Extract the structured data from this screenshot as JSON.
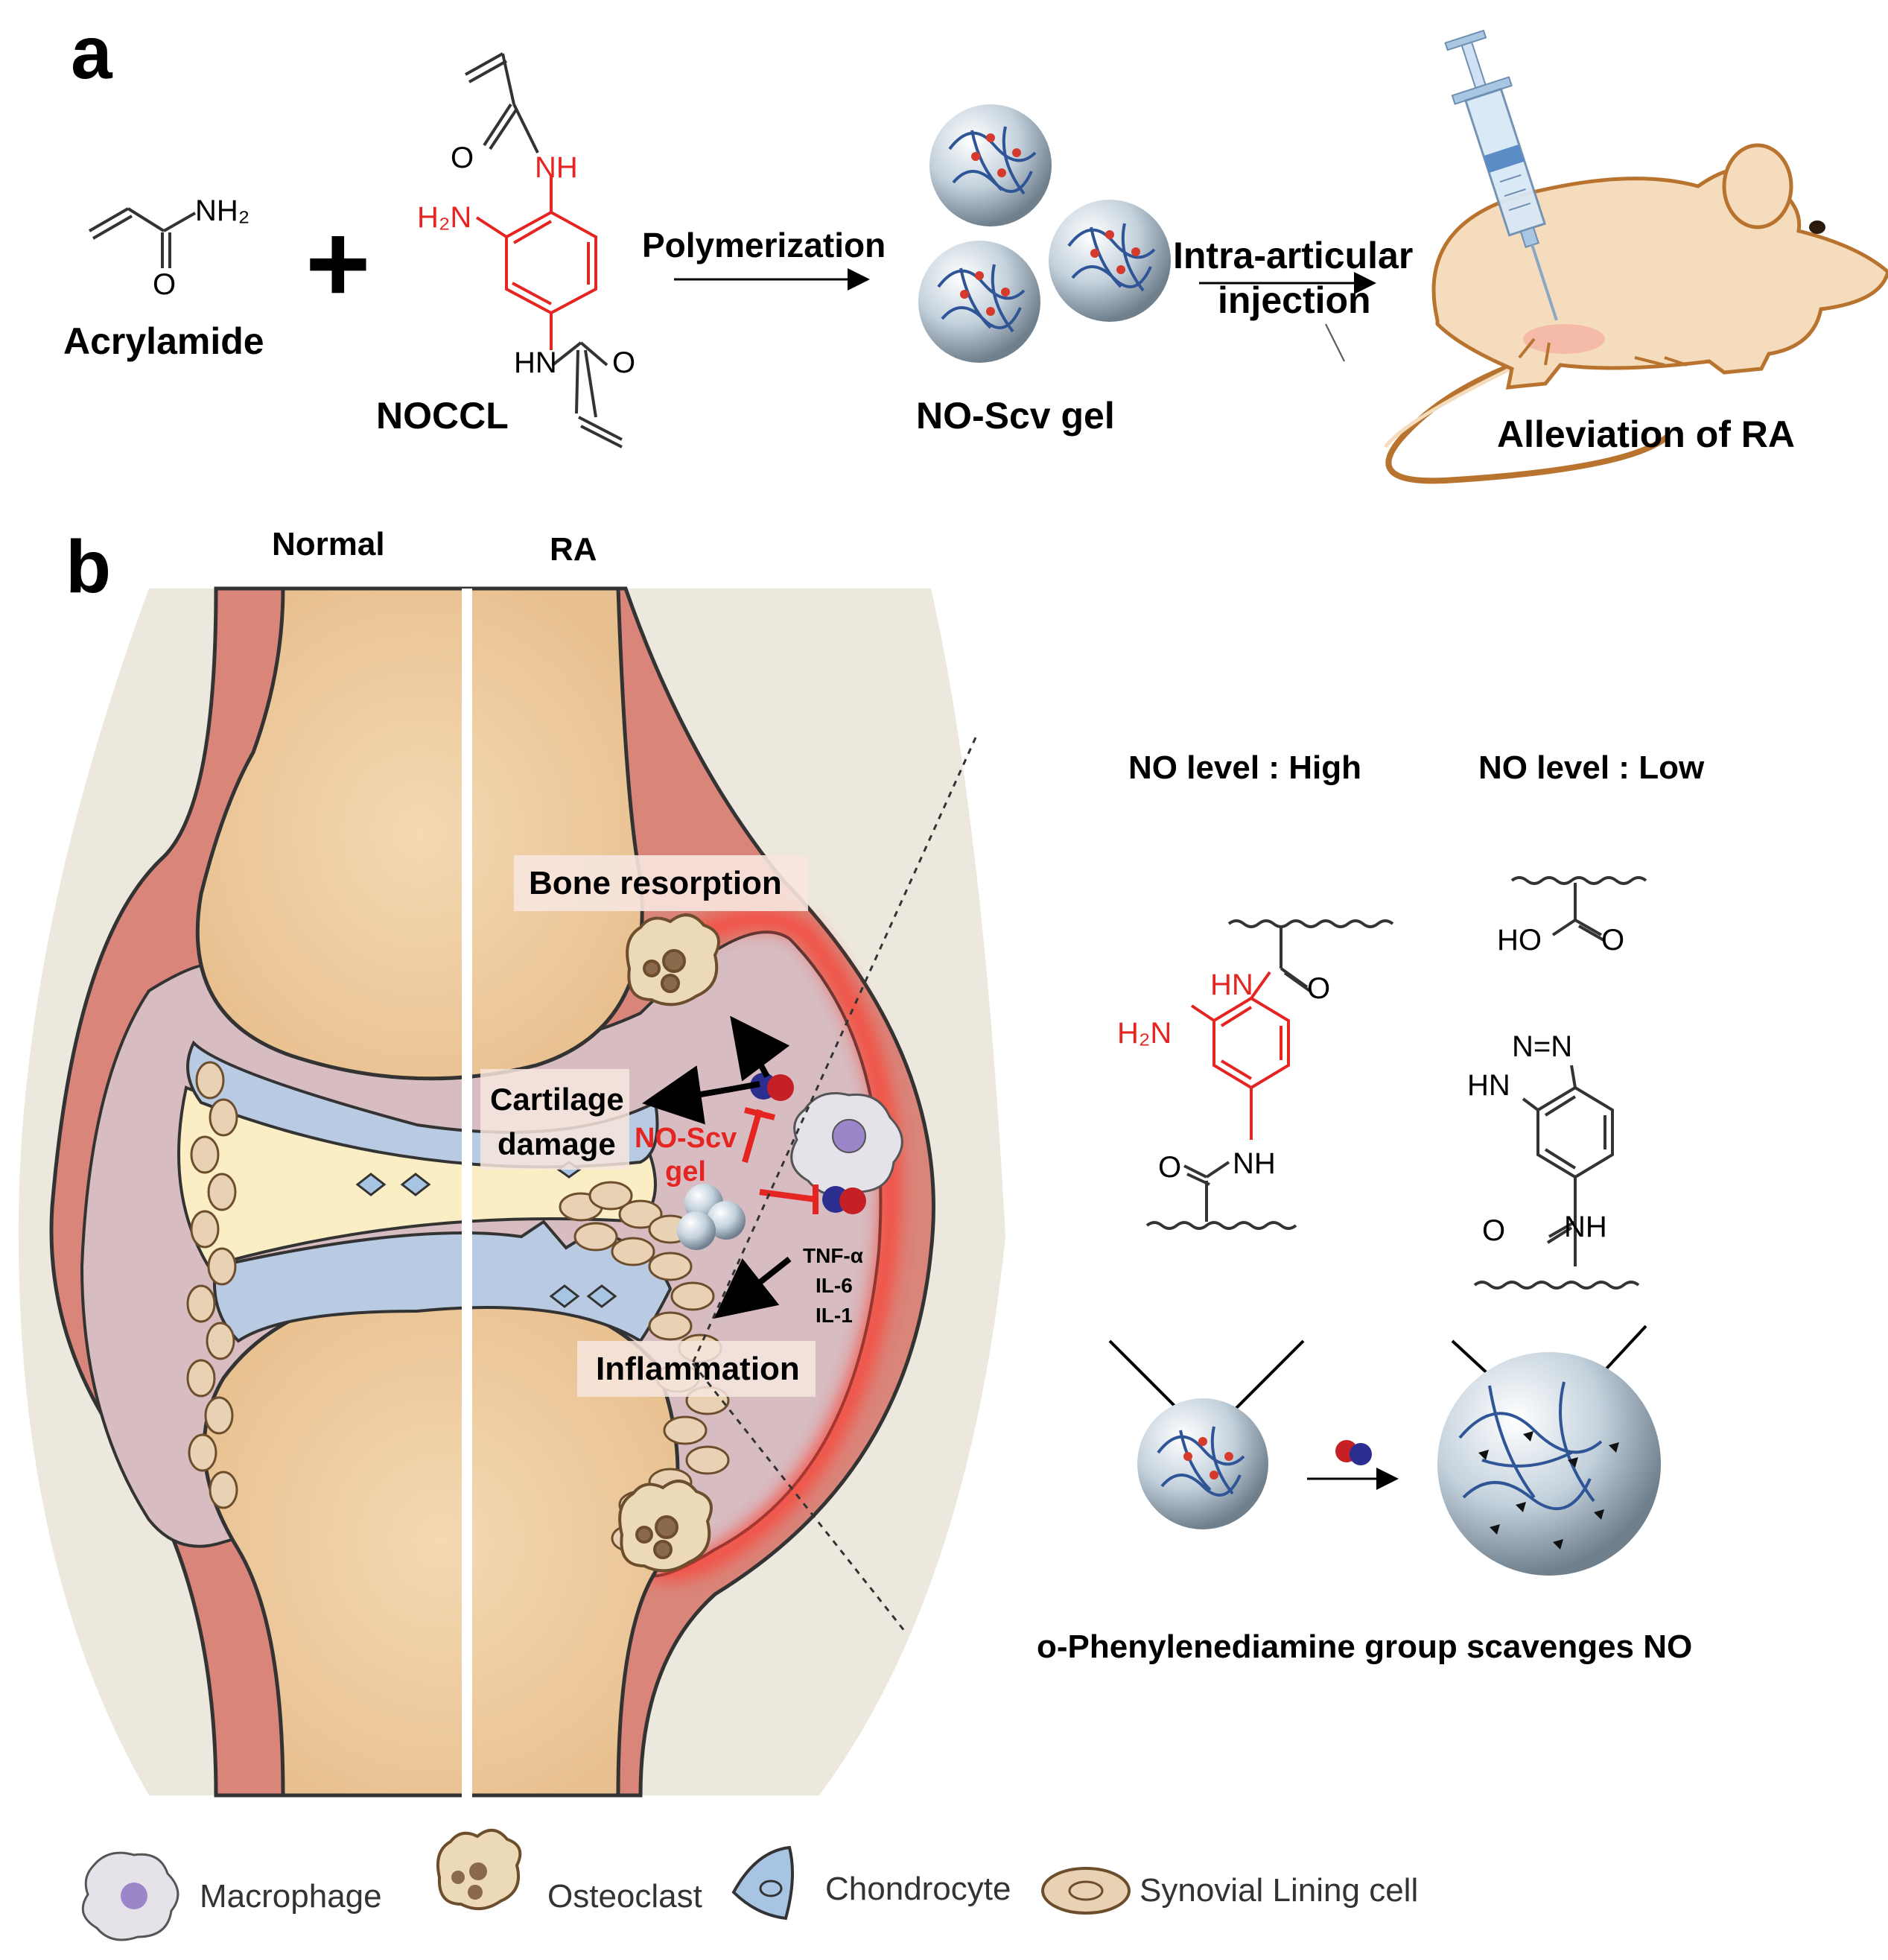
{
  "panel_a": {
    "label": "a",
    "acrylamide": {
      "name": "Acrylamide",
      "nh2": "NH₂",
      "o": "O"
    },
    "plus": "+",
    "noccl": {
      "name": "NOCCL",
      "nh_top": "NH",
      "o_top": "O",
      "h2n": "H₂N",
      "hn_bottom": "HN",
      "o_bottom": "O"
    },
    "step1": "Polymerization",
    "gel": "NO-Scv gel",
    "step2_line1": "Intra-articular",
    "step2_line2": "injection",
    "outcome": "Alleviation of RA"
  },
  "panel_b": {
    "label": "b",
    "normal": "Normal",
    "ra": "RA",
    "bone_resorption": "Bone resorption",
    "cartilage_line1": "Cartilage",
    "cartilage_line2": "damage",
    "gel_line1": "NO-Scv",
    "gel_line2": "gel",
    "cytokine1": "TNF-α",
    "cytokine2": "IL-6",
    "cytokine3": "IL-1",
    "inflammation": "Inflammation",
    "no_high": "NO level : High",
    "no_low": "NO level : Low",
    "high_struct": {
      "hn": "HN",
      "o1": "O",
      "h2n": "H₂N",
      "o2": "O",
      "nh": "NH"
    },
    "low_struct": {
      "ho": "HO",
      "o": "O",
      "n_eq_n": "N=N",
      "hn": "HN",
      "o2": "O",
      "nh": "NH"
    },
    "caption": "o-Phenylenediamine group scavenges NO"
  },
  "legend": [
    {
      "label": "Macrophage",
      "icon": "macrophage-icon"
    },
    {
      "label": "Osteoclast",
      "icon": "osteoclast-icon"
    },
    {
      "label": "Chondrocyte",
      "icon": "chondrocyte-icon"
    },
    {
      "label": "Synovial Lining cell",
      "icon": "synovial-lining-cell-icon"
    }
  ],
  "colors": {
    "highlight_red": "#e52521",
    "bone": "#f0d2a8",
    "cortex": "#d9857a",
    "cartilage": "#b8cbe2",
    "synovium": "#d7bcc1",
    "joint_fluid": "#fbeec4",
    "soft_tissue": "#ede8de"
  }
}
